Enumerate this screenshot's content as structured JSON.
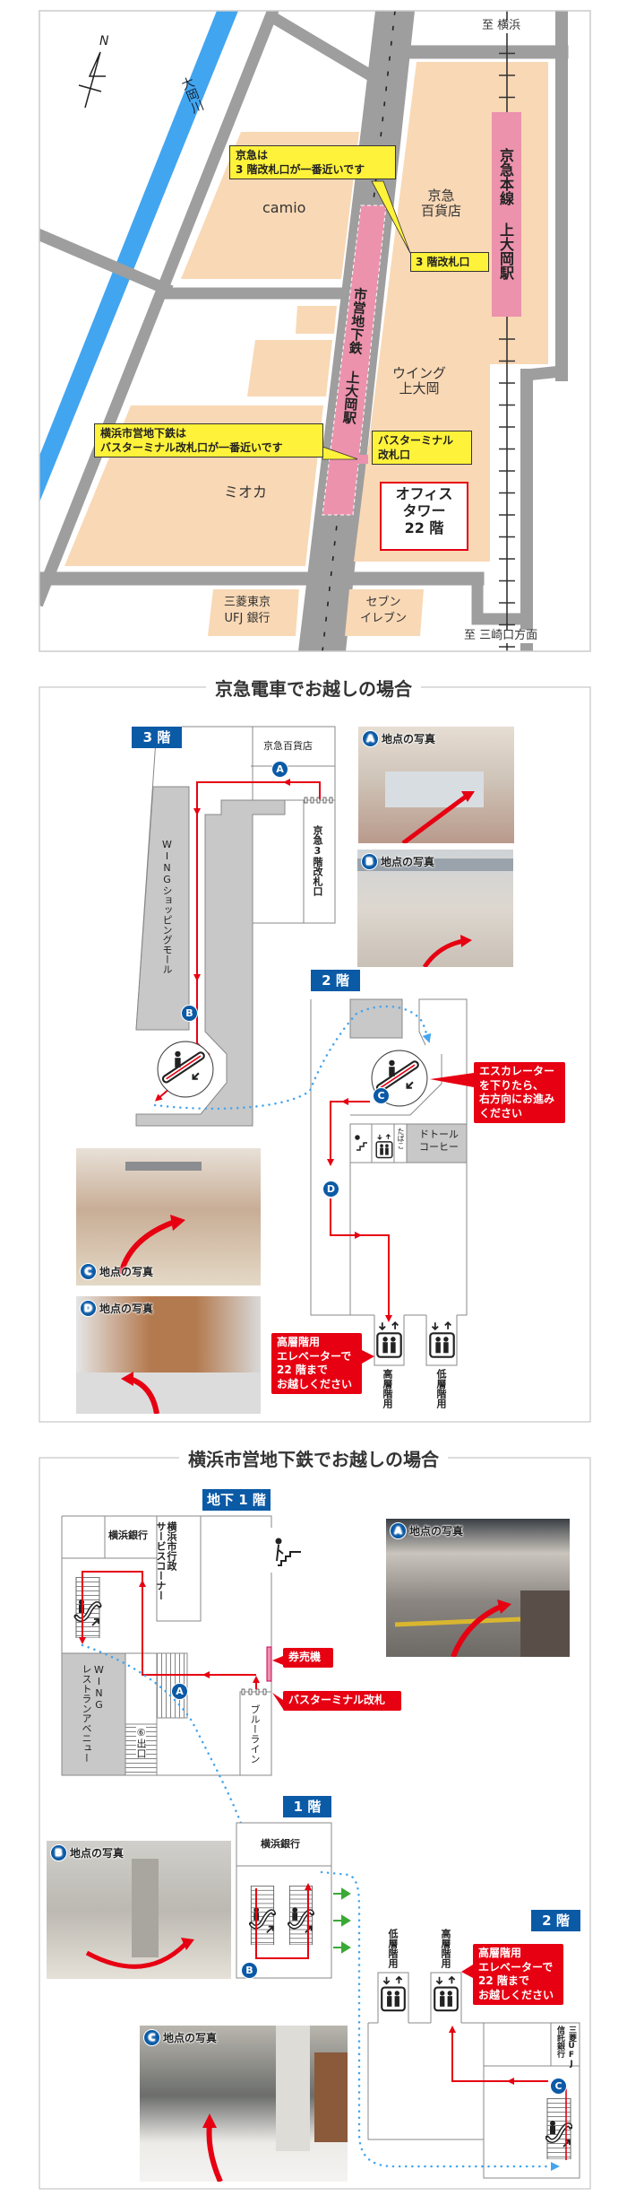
{
  "colors": {
    "road": "#9e9e9e",
    "building": "#f9d8b5",
    "river": "#42a5f0",
    "station": "#ec92ad",
    "callout": "#fff23a",
    "route": "#e60012",
    "floor_label": "#0b5aa6",
    "dotted": "#42a5f0"
  },
  "map": {
    "north": "N",
    "river": "大岡川",
    "to_yokohama": "至 横浜",
    "to_misakiguchi": "至 三崎口方面",
    "keikyu_station": "京急本線 上大岡駅",
    "subway_station": "市営地下鉄 上大岡駅",
    "camio": "camio",
    "keikyu_dept": [
      "京急",
      "百貨店"
    ],
    "wing": [
      "ウイング",
      "上大岡"
    ],
    "mioka": "ミオカ",
    "mufg": [
      "三菱東京",
      "UFJ 銀行"
    ],
    "seven": [
      "セブン",
      "イレブン"
    ],
    "callout_keikyu": [
      "京急は",
      "3 階改札口が一番近いです"
    ],
    "keikyu_gate": "3 階改札口",
    "callout_subway": [
      "横浜市営地下鉄は",
      "バスターミナル改札口が一番近いです"
    ],
    "bus_gate": [
      "バスターミナル",
      "改札口"
    ],
    "office": [
      "オフィス",
      "タワー",
      "22 階"
    ]
  },
  "keikyu": {
    "title": "京急電車でお越しの場合",
    "floor3": "3 階",
    "floor2": "2 階",
    "dept_store": "京急百貨店",
    "gate3": "京急3階改札口",
    "wing_mall": "WINGショッピングモール",
    "markers": [
      "A",
      "B",
      "C",
      "D"
    ],
    "photo_label": "地点の写真",
    "callout_escalator": [
      "エスカレーター",
      "を下りたら、",
      "右方向にお進み",
      "ください"
    ],
    "tobacco": "たばこ",
    "doutor": [
      "ドトール",
      "コーヒー"
    ],
    "elevator_high": "高層階用",
    "elevator_low": "低層階用",
    "callout_elevator": [
      "高層階用",
      "エレベーターで",
      "22 階まで",
      "お越しください"
    ]
  },
  "subway": {
    "title": "横浜市営地下鉄でお越しの場合",
    "floor_b1": "地下 1 階",
    "floor1": "1 階",
    "floor2": "2 階",
    "yokohama_bank": "横浜銀行",
    "city_service": [
      "横浜市行政",
      "サービスコーナー"
    ],
    "wing_restaurant": [
      "WING",
      "レストランアベニュー"
    ],
    "exit6": "⑥出口",
    "blue_line": "ブルーライン",
    "ticket": "券売機",
    "bus_gate": "バスターミナル改札",
    "bank_1f": "横浜銀行",
    "markers": [
      "A",
      "B",
      "C"
    ],
    "photo_label": "地点の写真",
    "elevator_low": "低層階用",
    "elevator_high": "高層階用",
    "callout_elevator": [
      "高層階用",
      "エレベーターで",
      "22 階まで",
      "お越しください"
    ],
    "mufg_trust": [
      "三菱UFJ",
      "信託銀行"
    ]
  }
}
